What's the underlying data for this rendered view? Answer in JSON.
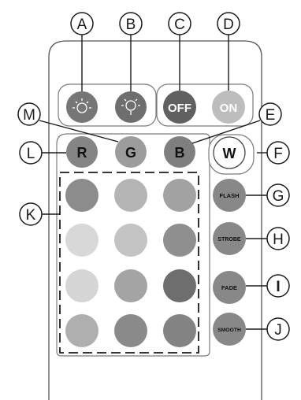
{
  "buttons": {
    "brightness_down": {
      "icon": "brightness-down-icon",
      "color": "#767676"
    },
    "brightness_up": {
      "icon": "brightness-up-icon",
      "color": "#6e6e6e"
    },
    "off": {
      "label": "OFF",
      "color": "#606060"
    },
    "on": {
      "label": "ON",
      "color": "#bdbdbd"
    },
    "red": {
      "label": "R",
      "color": "#858585"
    },
    "green": {
      "label": "G",
      "color": "#9c9c9c"
    },
    "blue": {
      "label": "B",
      "color": "#7f7f7f"
    },
    "white": {
      "label": "W",
      "color": "#ffffff"
    },
    "flash": {
      "label": "FLASH",
      "color": "#888888"
    },
    "strobe": {
      "label": "STROBE",
      "color": "#888888"
    },
    "fade": {
      "label": "FADE",
      "color": "#888888"
    },
    "smooth": {
      "label": "SMOOTH",
      "color": "#888888"
    }
  },
  "color_grid": [
    [
      "#8c8c8c",
      "#b4b4b4",
      "#a2a2a2"
    ],
    [
      "#d8d8d8",
      "#c3c3c3",
      "#8f8f8f"
    ],
    [
      "#d5d5d5",
      "#a4a4a4",
      "#6e6e6e"
    ],
    [
      "#afafaf",
      "#8a8a8a",
      "#838383"
    ]
  ],
  "callouts": {
    "A": "A",
    "B": "B",
    "C": "C",
    "D": "D",
    "E": "E",
    "F": "F",
    "G": "G",
    "H": "H",
    "I": "I",
    "J": "J",
    "K": "K",
    "L": "L",
    "M": "M"
  }
}
